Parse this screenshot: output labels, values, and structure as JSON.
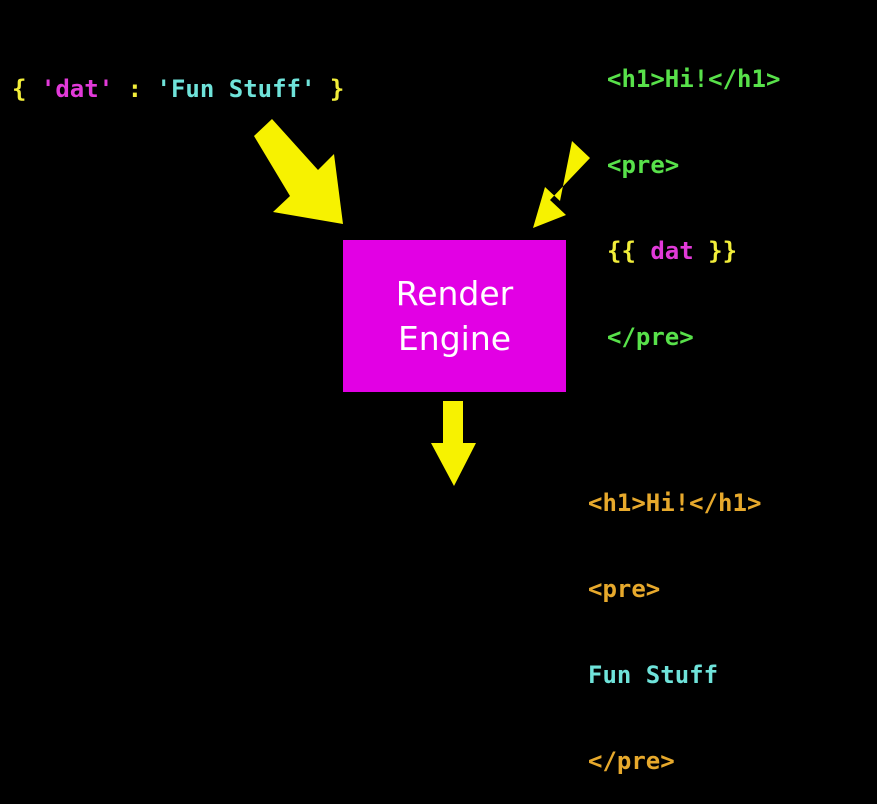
{
  "data_dict": {
    "open": "{ ",
    "key": "'dat'",
    "colon": " : ",
    "value": "'Fun Stuff'",
    "close": " }"
  },
  "template": {
    "line1": "<h1>Hi!</h1>",
    "line2": "<pre>",
    "line3_open": "{{ ",
    "line3_var": "dat",
    "line3_close": " }}",
    "line4": "</pre>"
  },
  "render_engine": {
    "line1": "Render",
    "line2": "Engine"
  },
  "output": {
    "line1": "<h1>Hi!</h1>",
    "line2": "<pre>",
    "line3": "Fun Stuff",
    "line4": "</pre>"
  },
  "colors": {
    "background": "#000000",
    "box": "#e200e4",
    "arrow": "#f7f200",
    "yellow": "#f2ee3a",
    "magenta": "#e23ad9",
    "cyan": "#6fe3da",
    "green": "#58e14a",
    "orange": "#e7a92c"
  }
}
